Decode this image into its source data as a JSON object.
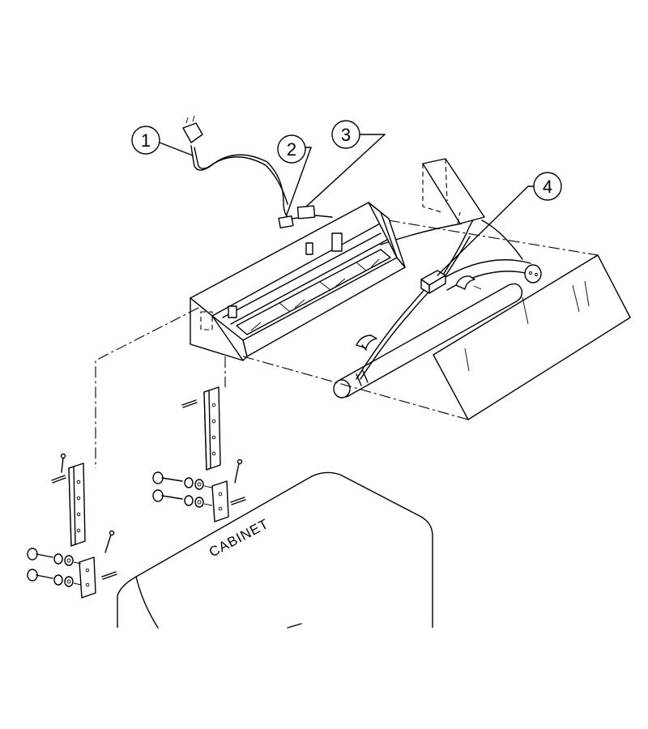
{
  "diagram": {
    "callouts": [
      {
        "number": "1"
      },
      {
        "number": "2"
      },
      {
        "number": "3"
      },
      {
        "number": "4"
      }
    ],
    "cabinet_label": "CABINET"
  }
}
